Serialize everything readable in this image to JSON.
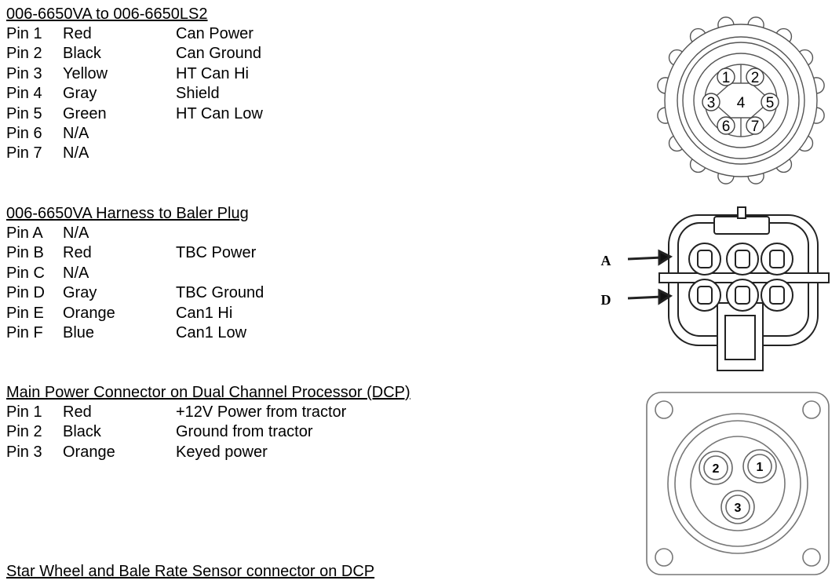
{
  "sections": [
    {
      "title": "006-6650VA to 006-6650LS2",
      "rows": [
        {
          "pin": "Pin 1",
          "color": "Red",
          "function": "Can Power"
        },
        {
          "pin": "Pin 2",
          "color": "Black",
          "function": "Can Ground"
        },
        {
          "pin": "Pin 3",
          "color": "Yellow",
          "function": "HT Can Hi"
        },
        {
          "pin": "Pin 4",
          "color": "Gray",
          "function": "Shield"
        },
        {
          "pin": "Pin 5",
          "color": "Green",
          "function": "HT Can Low"
        },
        {
          "pin": "Pin 6",
          "color": "N/A",
          "function": ""
        },
        {
          "pin": "Pin 7",
          "color": "N/A",
          "function": ""
        }
      ]
    },
    {
      "title": "006-6650VA Harness to Baler Plug",
      "rows": [
        {
          "pin": "Pin A",
          "color": "N/A",
          "function": ""
        },
        {
          "pin": "Pin B",
          "color": "Red",
          "function": "TBC Power"
        },
        {
          "pin": "Pin C",
          "color": "N/A",
          "function": ""
        },
        {
          "pin": "Pin D",
          "color": "Gray",
          "function": "TBC Ground"
        },
        {
          "pin": "Pin E",
          "color": "Orange",
          "function": "Can1 Hi"
        },
        {
          "pin": "Pin F",
          "color": "Blue",
          "function": "Can1 Low"
        }
      ]
    },
    {
      "title": "Main Power Connector on Dual Channel Processor (DCP)",
      "rows": [
        {
          "pin": "Pin 1",
          "color": "Red",
          "function": "+12V Power from tractor"
        },
        {
          "pin": "Pin 2",
          "color": "Black",
          "function": "Ground from tractor"
        },
        {
          "pin": "Pin 3",
          "color": "Orange",
          "function": "Keyed power"
        }
      ]
    },
    {
      "title": "Star Wheel and Bale Rate Sensor connector on DCP",
      "rows": []
    }
  ],
  "diagrams": {
    "round_connector_pins": [
      "1",
      "2",
      "3",
      "4",
      "5",
      "6",
      "7"
    ],
    "baler_plug_labels": [
      "A",
      "D"
    ],
    "power_connector_pins": [
      "1",
      "2",
      "3"
    ]
  }
}
